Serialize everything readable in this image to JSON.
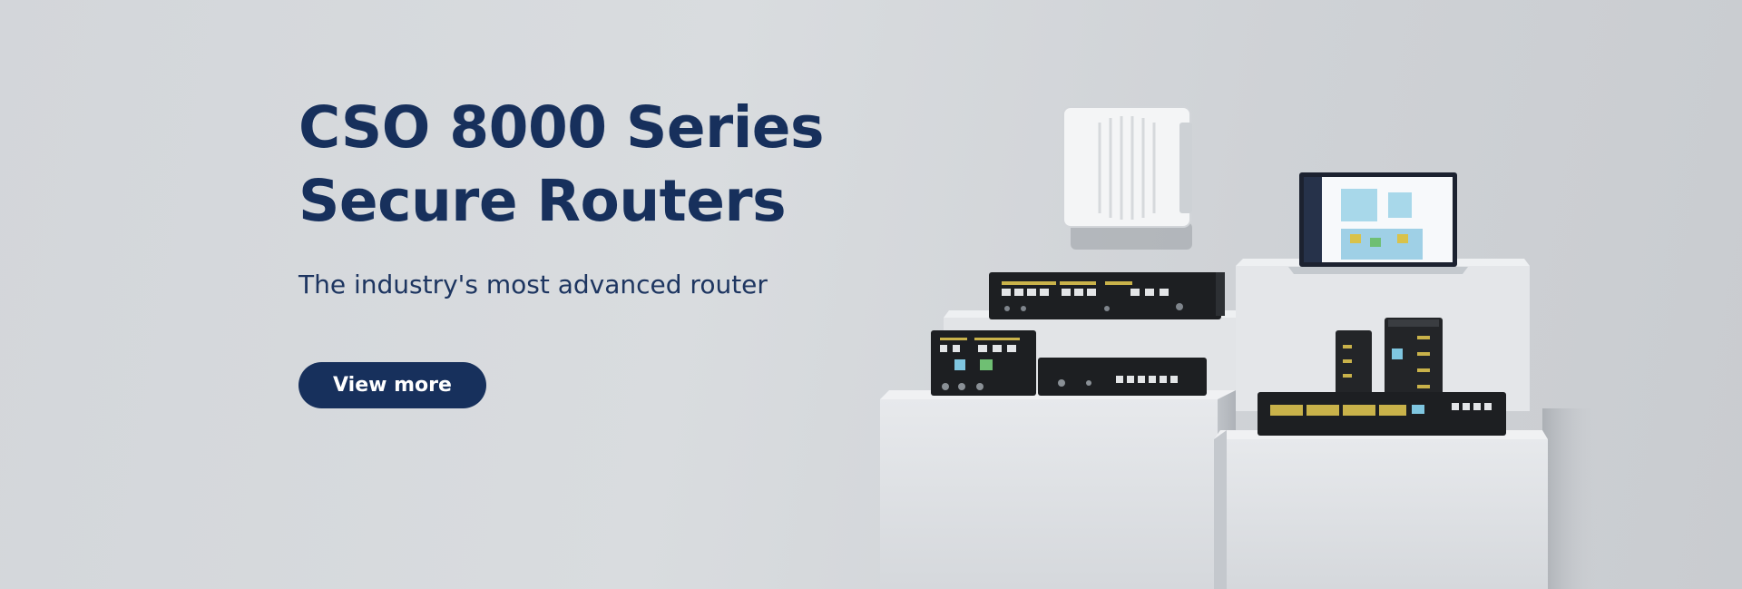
{
  "hero": {
    "title": "CSO 8000 Series Secure Routers",
    "subtitle": "The industry's most advanced router",
    "cta_label": "View more"
  },
  "colors": {
    "brand_navy": "#17305c",
    "background": "#d6d9dc",
    "pedestal": "#e6e8eb"
  },
  "products": {
    "icons": [
      "outdoor-router-icon",
      "rack-router-icon",
      "compact-router-icon",
      "branch-router-icon",
      "industrial-switch-icon",
      "laptop-dashboard-icon"
    ]
  }
}
